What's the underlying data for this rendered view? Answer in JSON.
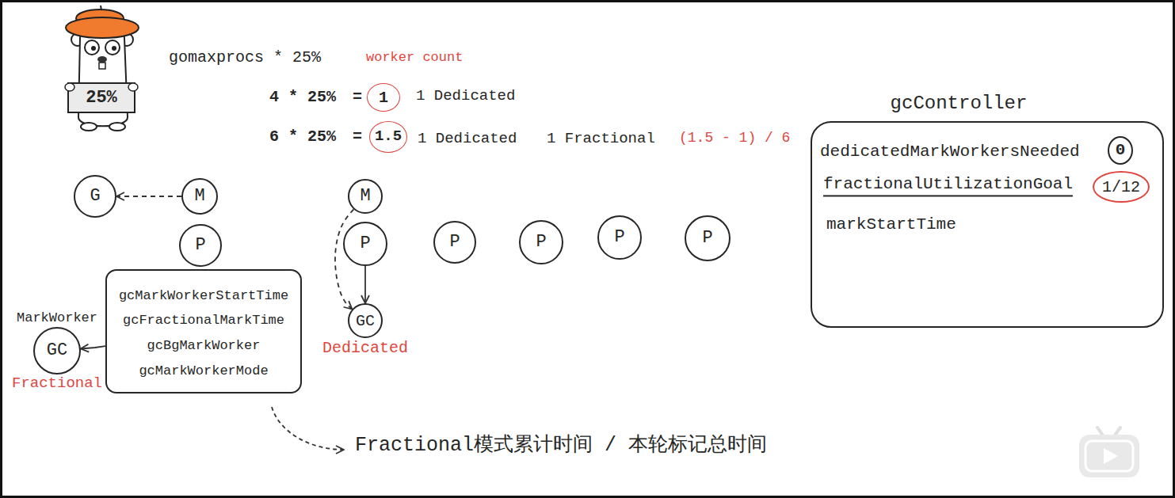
{
  "diagram": {
    "nodes": [
      {
        "text": [
          "1"
        ]
      },
      {
        "text": [
          "1.5"
        ]
      },
      {
        "text": [
          "gcController",
          "dedicatedMarkWorkersNeeded",
          "fractionalUtilizationGoal",
          "markStartTime"
        ]
      },
      {
        "text": [
          "0"
        ],
        "in": 2
      },
      {
        "text": [
          "1/12"
        ],
        "in": 2
      },
      {
        "text": [
          "G"
        ]
      },
      {
        "text": [
          "M"
        ]
      },
      {
        "text": [
          "M"
        ]
      },
      {
        "text": [
          "P"
        ]
      },
      {
        "text": [
          "P"
        ]
      },
      {
        "text": [
          "P"
        ]
      },
      {
        "text": [
          "P"
        ]
      },
      {
        "text": [
          "P"
        ]
      },
      {
        "text": [
          "P"
        ]
      },
      {
        "text": [
          "GC",
          "Dedicated"
        ]
      },
      {
        "text": [
          "gcMarkWorkerStartTime",
          "gcFractionalMarkTime",
          "gcBgMarkWorker",
          "gcMarkWorkerMode"
        ]
      },
      {
        "text": [
          "MarkWorker",
          "GC",
          "Fractional"
        ]
      }
    ],
    "edges": [
      {
        "from": 6,
        "to": 5,
        "arrow": "to"
      },
      {
        "from": 7,
        "to": 14,
        "arrow": "to"
      },
      {
        "from": 9,
        "to": 14,
        "arrow": "to"
      },
      {
        "from": 15,
        "to": 16,
        "arrow": "to"
      }
    ],
    "labels": [
      "gomaxprocs * 25%",
      "worker count",
      "4 * 25%",
      "=",
      "1 Dedicated",
      "6 * 25%",
      "=",
      "1 Dedicated",
      "1 Fractional",
      "(1.5 - 1) / 6",
      "25%",
      "Fractional模式累计时间 / 本轮标记总时间"
    ]
  }
}
